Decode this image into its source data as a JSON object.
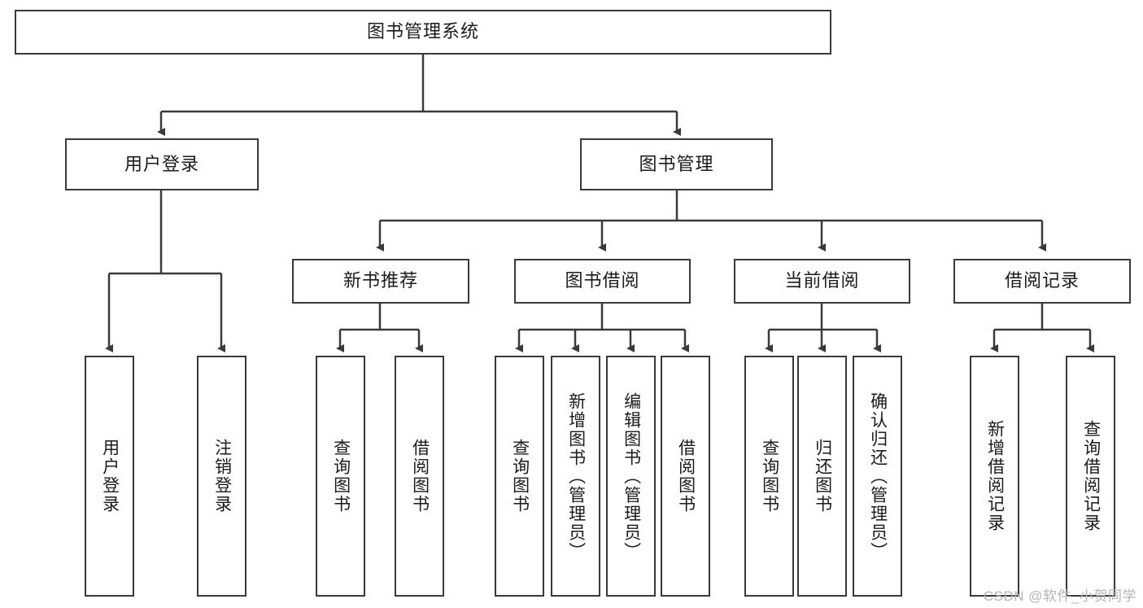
{
  "diagram": {
    "type": "tree-hierarchy",
    "title": "图书管理系统",
    "watermark": "CSDN @软件_小贺同学",
    "colors": {
      "box_border": "#3a3a3a",
      "box_fill": "#ffffff",
      "edge": "#3a3a3a",
      "text": "#1b1b1b",
      "watermark": "#b4b4b4"
    },
    "nodes": {
      "root": {
        "label": "图书管理系统"
      },
      "level2": [
        {
          "label": "用户登录"
        },
        {
          "label": "图书管理"
        }
      ],
      "level3": [
        {
          "label": "新书推荐"
        },
        {
          "label": "图书借阅"
        },
        {
          "label": "当前借阅"
        },
        {
          "label": "借阅记录"
        }
      ],
      "leaves": {
        "user_login": [
          {
            "label": "用户登录"
          },
          {
            "label": "注销登录"
          }
        ],
        "new_book": [
          {
            "label": "查询图书"
          },
          {
            "label": "借阅图书"
          }
        ],
        "book_borrow": [
          {
            "label": "查询图书"
          },
          {
            "label": "新增图书（管理员）"
          },
          {
            "label": "编辑图书（管理员）"
          },
          {
            "label": "借阅图书"
          }
        ],
        "current_borrow": [
          {
            "label": "查询图书"
          },
          {
            "label": "归还图书"
          },
          {
            "label": "确认归还（管理员）"
          }
        ],
        "borrow_record": [
          {
            "label": "新增借阅记录"
          },
          {
            "label": "查询借阅记录"
          }
        ]
      }
    }
  }
}
